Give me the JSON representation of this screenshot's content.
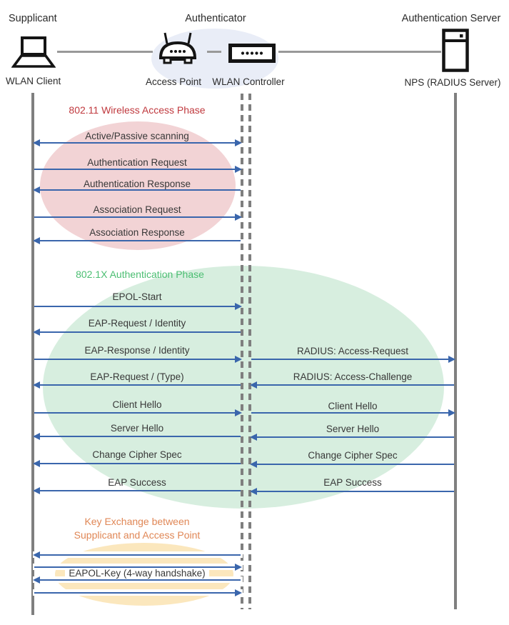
{
  "colors": {
    "arrow": "#3A66AC",
    "lifeline": "#7F7F7F",
    "phase1": "#C0393E",
    "phase2": "#4BBE72",
    "phase3": "#E08756",
    "ellipse1": "#F2D3D5",
    "ellipse2": "#D7EEDF",
    "ellipse3": "#FBE7BD",
    "node_halo": "#E9EDF7",
    "text": "#383838"
  },
  "actors": {
    "supplicant": {
      "role": "Supplicant",
      "node": "WLAN Client"
    },
    "authenticator": {
      "role": "Authenticator",
      "ap_node": "Access Point",
      "wlc_node": "WLAN Controller"
    },
    "auth_server": {
      "role": "Authentication Server",
      "node": "NPS (RADIUS Server)"
    }
  },
  "phases": [
    {
      "label": "802.11 Wireless Access Phase"
    },
    {
      "label": "802.1X Authentication Phase"
    },
    {
      "label_line1": "Key Exchange between",
      "label_line2": "Supplicant and Access Point"
    }
  ],
  "messages_left": [
    {
      "label": "Active/Passive scanning",
      "dir": "both"
    },
    {
      "label": "Authentication Request",
      "dir": "right"
    },
    {
      "label": "Authentication Response",
      "dir": "left"
    },
    {
      "label": "Association Request",
      "dir": "right"
    },
    {
      "label": "Association Response",
      "dir": "left"
    },
    {
      "label": "EPOL-Start",
      "dir": "right"
    },
    {
      "label": "EAP-Request / Identity",
      "dir": "left"
    },
    {
      "label": "EAP-Response / Identity",
      "dir": "right"
    },
    {
      "label": "EAP-Request / (Type)",
      "dir": "left"
    },
    {
      "label": "Client Hello",
      "dir": "right"
    },
    {
      "label": "Server Hello",
      "dir": "left"
    },
    {
      "label": "Change Cipher Spec",
      "dir": "left"
    },
    {
      "label": "EAP Success",
      "dir": "left"
    },
    {
      "label": "EAPOL-Key (4-way handshake)",
      "dir": "both"
    }
  ],
  "messages_right": [
    {
      "label": "RADIUS: Access-Request",
      "dir": "right"
    },
    {
      "label": "RADIUS: Access-Challenge",
      "dir": "left"
    },
    {
      "label": "Client Hello",
      "dir": "right"
    },
    {
      "label": "Server Hello",
      "dir": "left"
    },
    {
      "label": "Change Cipher Spec",
      "dir": "left"
    },
    {
      "label": "EAP Success",
      "dir": "left"
    }
  ]
}
